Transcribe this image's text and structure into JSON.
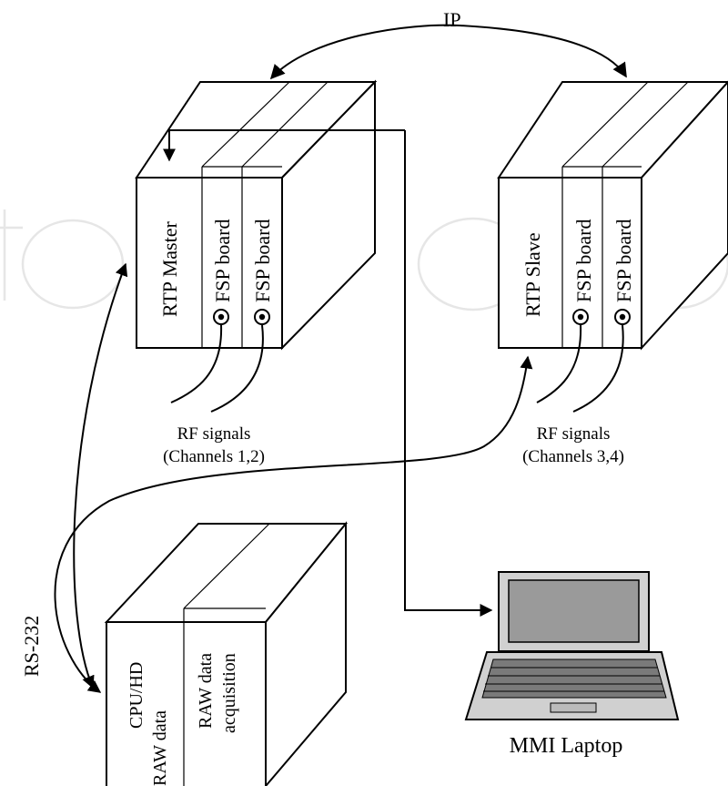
{
  "labels": {
    "ip": "IP",
    "rs232": "RS-232",
    "rf_left_1": "RF signals",
    "rf_left_2": "(Channels 1,2)",
    "rf_right_1": "RF signals",
    "rf_right_2": "(Channels 3,4)",
    "mmi": "MMI Laptop"
  },
  "master_unit": {
    "module": "RTP Master",
    "board_1": "FSP board",
    "board_2": "FSP board"
  },
  "slave_unit": {
    "module": "RTP Slave",
    "board_1": "FSP board",
    "board_2": "FSP board"
  },
  "acquisition_unit": {
    "module_1_line_1": "CPU/HD",
    "module_1_line_2": "RAW data",
    "module_2_line_1": "RAW data",
    "module_2_line_2": "acquisition"
  }
}
